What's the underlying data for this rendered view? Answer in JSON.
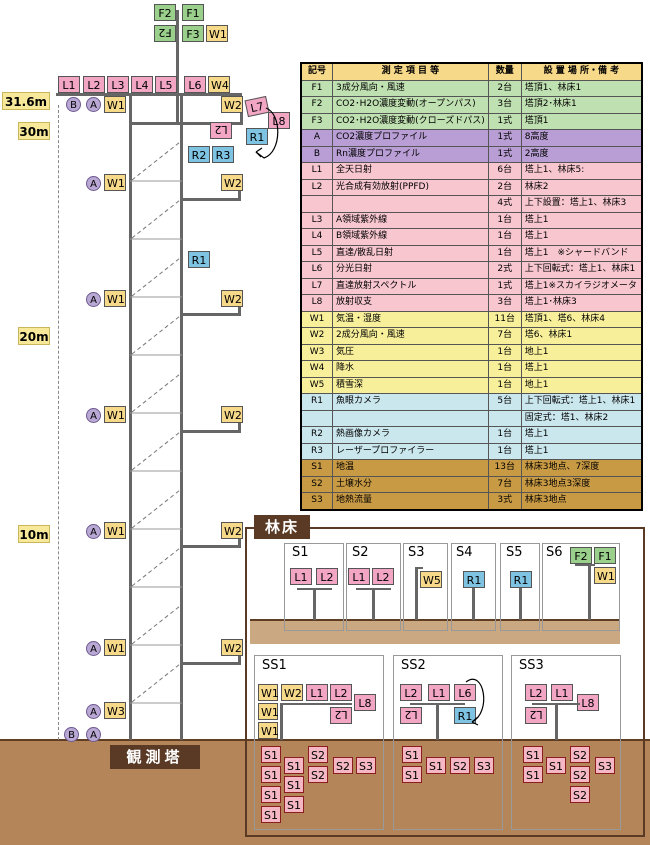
{
  "heights": {
    "h316": "31.6m",
    "h30": "30m",
    "h20": "20m",
    "h10": "10m"
  },
  "tower_label": "観測塔",
  "forest_label": "林床",
  "tags": {
    "F1": "F1",
    "F2": "F2",
    "F3": "F3",
    "L1": "L1",
    "L2": "L2",
    "L3": "L3",
    "L4": "L4",
    "L5": "L5",
    "L6": "L6",
    "L7": "L7",
    "L8": "L8",
    "W1": "W1",
    "W2": "W2",
    "W3": "W3",
    "W4": "W4",
    "W5": "W5",
    "R1": "R1",
    "R2": "R2",
    "R3": "R3",
    "S1": "S1",
    "S2": "S2",
    "S3": "S3",
    "A": "A",
    "B": "B"
  },
  "plots": {
    "row1": [
      "S1",
      "S2",
      "S3",
      "S4",
      "S5",
      "S6"
    ],
    "row2": [
      "SS1",
      "SS2",
      "SS3"
    ]
  },
  "legend": {
    "headers": [
      "記号",
      "測 定 項 目 等",
      "数量",
      "設 置 場 所・備 考"
    ],
    "rows": [
      {
        "g": "F",
        "code": "F1",
        "item": "3成分風向・風速",
        "qty": "2台",
        "place": "塔頂1、林床1"
      },
      {
        "g": "F",
        "code": "F2",
        "item": "CO2･H2O濃度変動(オープンパス)",
        "qty": "3台",
        "place": "塔頂2･林床1"
      },
      {
        "g": "F",
        "code": "F3",
        "item": "CO2･H2O濃度変動(クローズドパス)",
        "qty": "1式",
        "place": "塔頂1"
      },
      {
        "g": "A",
        "code": "A",
        "item": "CO2濃度プロファイル",
        "qty": "1式",
        "place": "8高度"
      },
      {
        "g": "A",
        "code": "B",
        "item": "Rn濃度プロファイル",
        "qty": "1式",
        "place": "2高度"
      },
      {
        "g": "L",
        "code": "L1",
        "item": "全天日射",
        "qty": "6台",
        "place": "塔上1、林床5:"
      },
      {
        "g": "L",
        "code": "L2",
        "item": "光合成有効放射(PPFD)",
        "qty": "2台",
        "place": "林床2"
      },
      {
        "g": "L",
        "code": "",
        "item": "",
        "qty": "4式",
        "place": "上下設置：塔上1、林床3"
      },
      {
        "g": "L",
        "code": "L3",
        "item": "A領域紫外線",
        "qty": "1台",
        "place": "塔上1"
      },
      {
        "g": "L",
        "code": "L4",
        "item": "B領域紫外線",
        "qty": "1台",
        "place": "塔上1"
      },
      {
        "g": "L",
        "code": "L5",
        "item": "直達/散乱日射",
        "qty": "1台",
        "place": "塔上1　※シャードバンド"
      },
      {
        "g": "L",
        "code": "L6",
        "item": "分光日射",
        "qty": "2式",
        "place": "上下回転式：塔上1、林床1"
      },
      {
        "g": "L",
        "code": "L7",
        "item": "直達放射スペクトル",
        "qty": "1式",
        "place": "塔上1※スカイラジオメータ"
      },
      {
        "g": "L",
        "code": "L8",
        "item": "放射収支",
        "qty": "3台",
        "place": "塔上1･林床3"
      },
      {
        "g": "W",
        "code": "W1",
        "item": "気温・湿度",
        "qty": "11台",
        "place": "塔頂1、塔6、林床4"
      },
      {
        "g": "W",
        "code": "W2",
        "item": "2成分風向・風速",
        "qty": "7台",
        "place": "塔6、林床1"
      },
      {
        "g": "W",
        "code": "W3",
        "item": "気圧",
        "qty": "1台",
        "place": "地上1"
      },
      {
        "g": "W",
        "code": "W4",
        "item": "降水",
        "qty": "1台",
        "place": "塔上1"
      },
      {
        "g": "W",
        "code": "W5",
        "item": "積雪深",
        "qty": "1台",
        "place": "地上1"
      },
      {
        "g": "R",
        "code": "R1",
        "item": "魚眼カメラ",
        "qty": "5台",
        "place": "上下回転式：塔上1、林床1"
      },
      {
        "g": "R",
        "code": "",
        "item": "",
        "qty": "",
        "place": "固定式：塔1、林床2"
      },
      {
        "g": "R",
        "code": "R2",
        "item": "熱画像カメラ",
        "qty": "1台",
        "place": "塔上1"
      },
      {
        "g": "R",
        "code": "R3",
        "item": "レーザープロファイラー",
        "qty": "1台",
        "place": "塔上1"
      },
      {
        "g": "S",
        "code": "S1",
        "item": "地温",
        "qty": "13台",
        "place": "林床3地点、7深度"
      },
      {
        "g": "S",
        "code": "S2",
        "item": "土壌水分",
        "qty": "7台",
        "place": "林床3地点3深度"
      },
      {
        "g": "S",
        "code": "S3",
        "item": "地熱流量",
        "qty": "3式",
        "place": "林床3地点"
      }
    ]
  }
}
